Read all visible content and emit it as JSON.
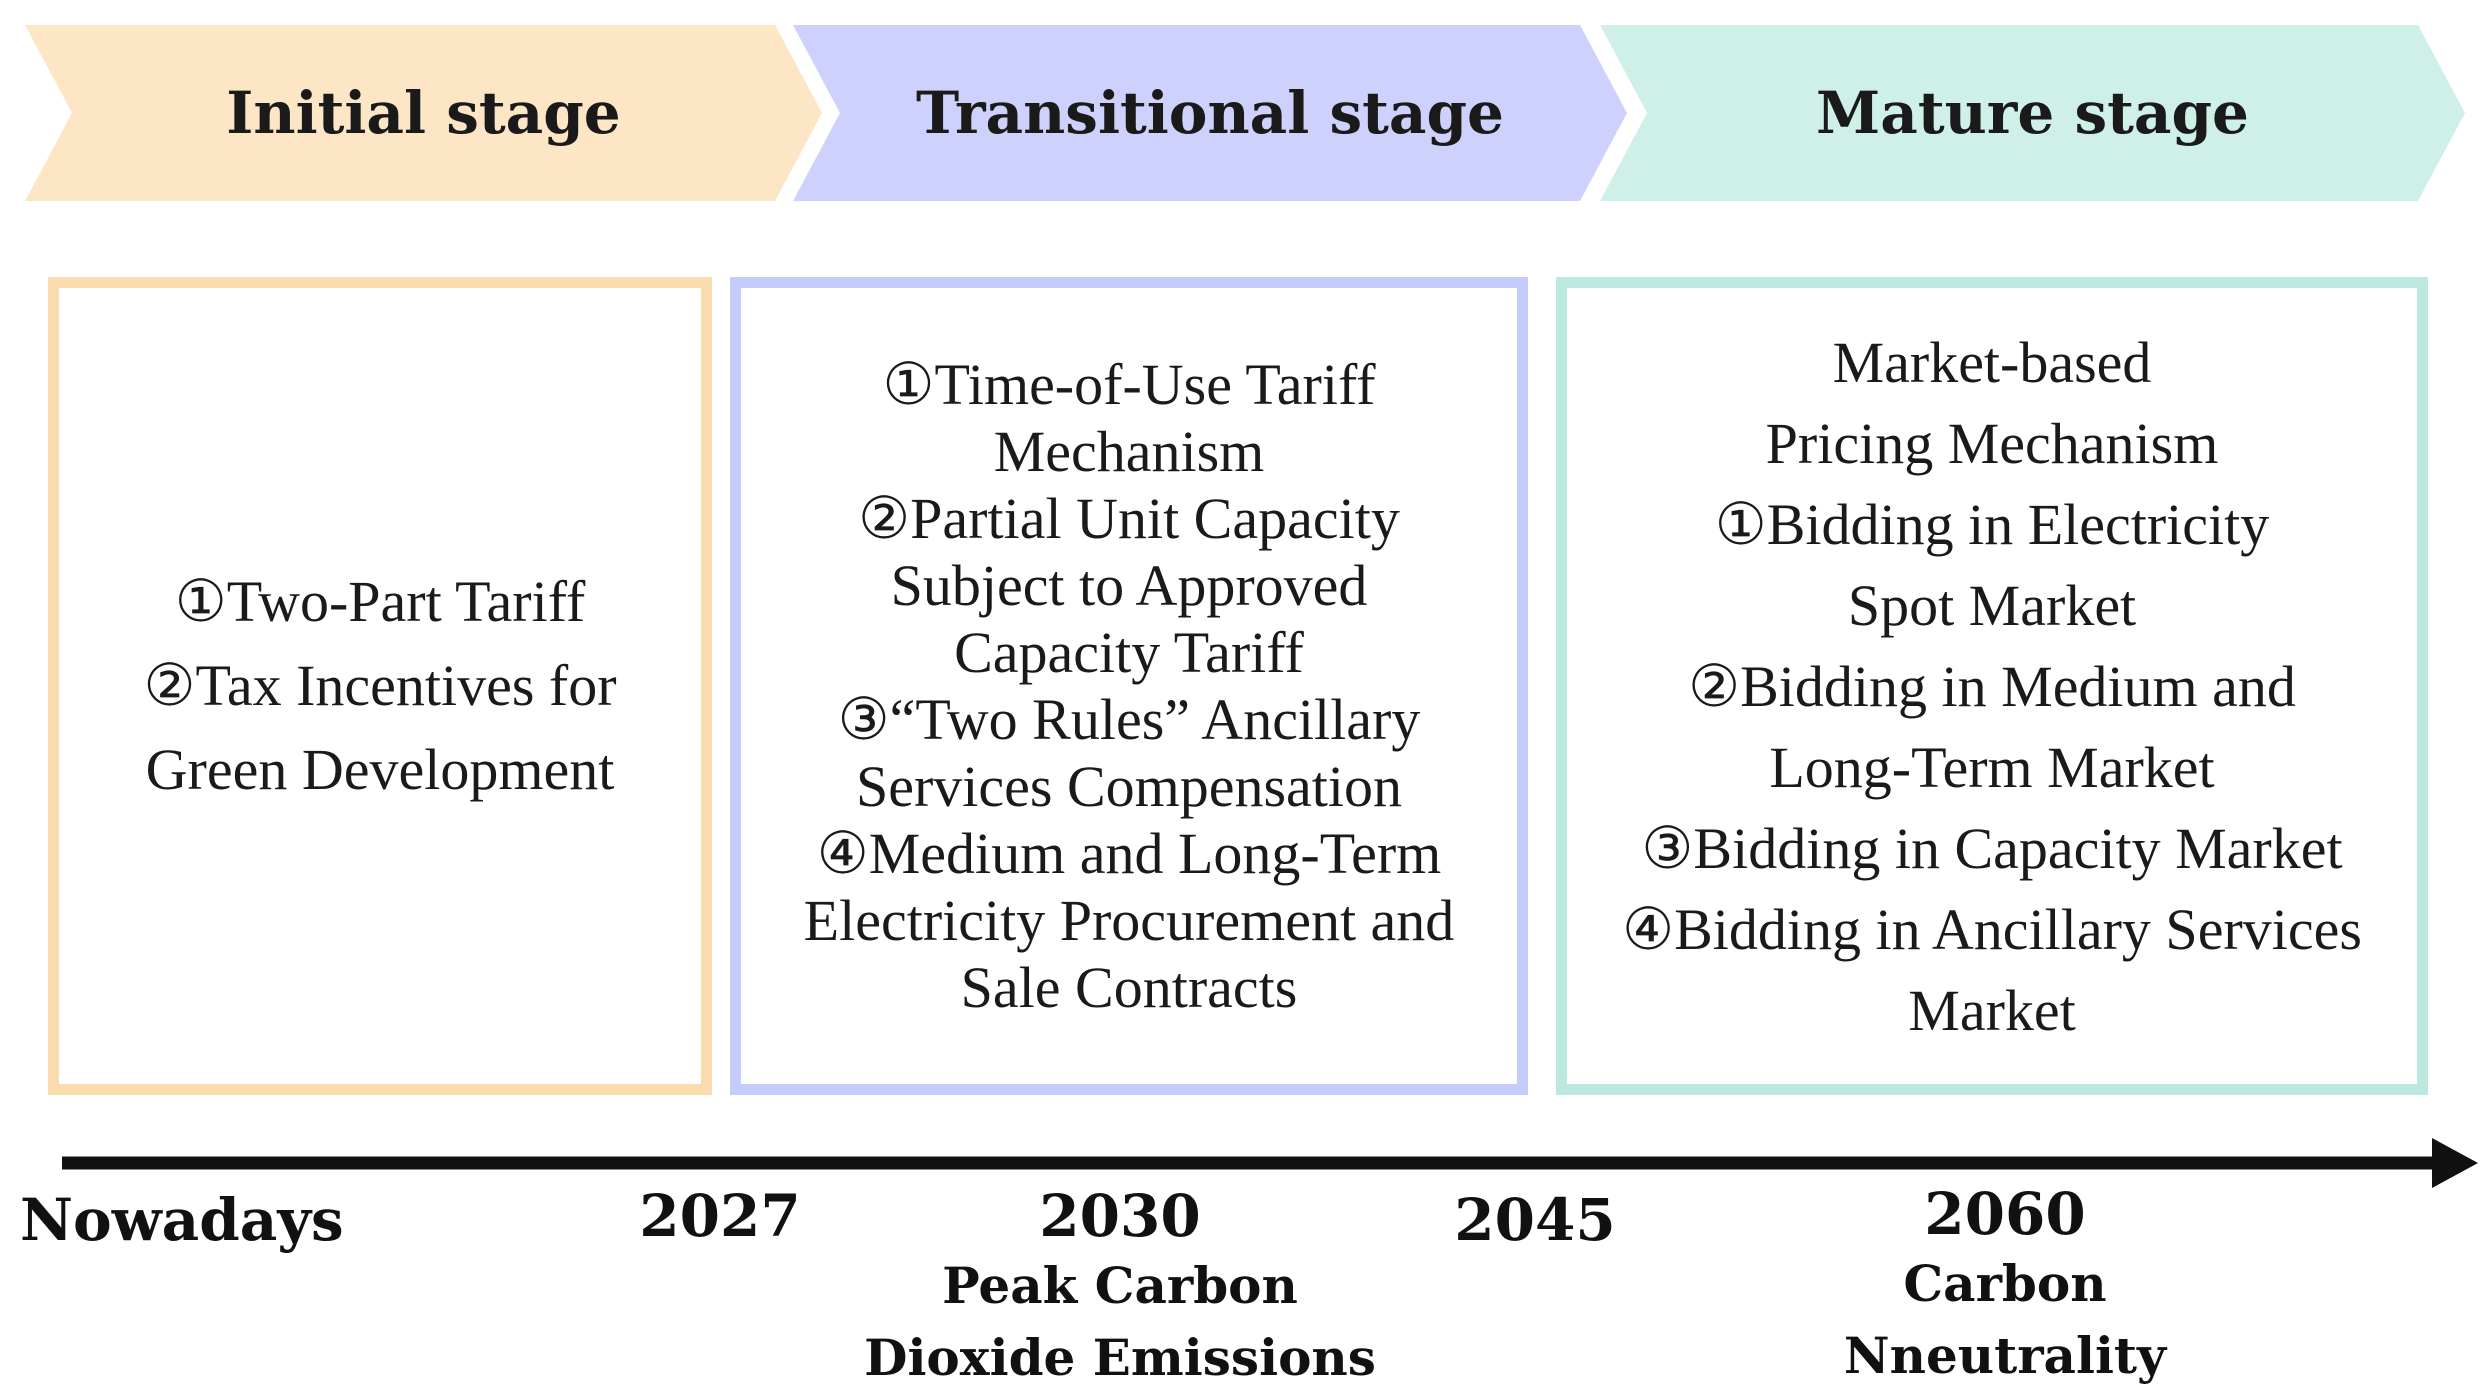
{
  "stages": [
    {
      "id": "initial",
      "title": "Initial stage",
      "color": "#fde6c6",
      "border_color": "#fbdcae",
      "items": [
        "①Two-Part Tariff",
        "②Tax Incentives for",
        "Green Development"
      ]
    },
    {
      "id": "transitional",
      "title": "Transitional stage",
      "color": "#cdd1fb",
      "border_color": "#c5cbfb",
      "items": [
        "①Time-of-Use Tariff",
        "Mechanism",
        "②Partial Unit Capacity",
        "Subject to Approved",
        "Capacity Tariff",
        "③“Two Rules” Ancillary",
        "Services Compensation",
        "④Medium and Long-Term",
        "Electricity Procurement and",
        "Sale Contracts"
      ]
    },
    {
      "id": "mature",
      "title": "Mature stage",
      "color": "#cfefe9",
      "border_color": "#bde8df",
      "items": [
        "Market-based",
        "Pricing Mechanism",
        "①Bidding in Electricity",
        "Spot Market",
        "②Bidding in Medium and",
        "Long-Term Market",
        "③Bidding in Capacity Market",
        "④Bidding in Ancillary Services",
        "Market"
      ]
    }
  ],
  "timeline": {
    "axis_color": "#111111",
    "milestones": [
      {
        "label": "Nowadays",
        "note": []
      },
      {
        "label": "2027",
        "note": []
      },
      {
        "label": "2030",
        "note": [
          "Peak Carbon",
          "Dioxide Emissions"
        ]
      },
      {
        "label": "2045",
        "note": []
      },
      {
        "label": "2060",
        "note": [
          "Carbon",
          "Nneutrality"
        ]
      }
    ]
  }
}
